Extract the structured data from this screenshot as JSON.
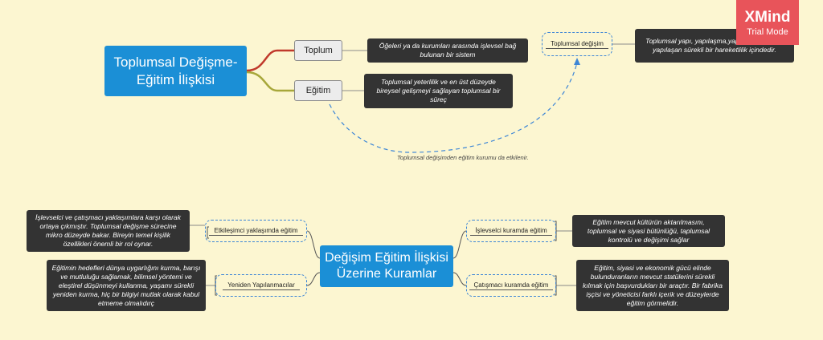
{
  "watermark": {
    "brand": "XMind",
    "mode": "Trial Mode"
  },
  "map1": {
    "central": "Toplumsal Değişme-Eğitim İlişkisi",
    "topic_toplum": "Toplum",
    "topic_egitim": "Eğitim",
    "note_toplum": "Öğeleri ya da kurumları arasında işlevsel bağ bulunan bir sistem",
    "note_egitim": "Toplumsal yeterlilik ve en üst düzeyde bireysel gelişmeyi sağlayan toplumsal bir süreç",
    "boundary_label": "Toplumsal değişim",
    "note_degisim": "Toplumsal yapı, yapılaşma,yapılar ve yeniden yapılaşan sürekli bir hareketlilik içindedir.",
    "relation_label": "Toplumsal değişimden eğitim kurumu da etkilenir."
  },
  "map2": {
    "central": "Değişim Eğitim İlişkisi Üzerine Kuramlar",
    "left_1": "Etkileşimci yaklaşımda eğitim",
    "left_2": "Yeniden Yapılanmacılar",
    "right_1": "İşlevselci kuramda eğitim",
    "right_2": "Çatışmacı kuramda eğitim",
    "note_left_1": "İşlevselci ve çatışmacı yaklaşımlara karşı olarak ortaya çıkmıştır. Toplumsal değişme sürecine mikro düzeyde bakar. Bireyin temel kişilik özellikleri önemli bir rol oynar.",
    "note_left_2": "Eğitimin hedefleri dünya uygarlığını kurma, barışı ve mutluluğu sağlamak, bilimsel yöntemi ve eleştirel düşünmeyi kullanma, yaşamı sürekli yeniden kurma, hiç bir bilgiyi mutlak olarak kabul etmeme olmalıdırç",
    "note_right_1": "Eğitim mevcut kültürün aktarılmasını, toplumsal ve siyasi bütünlüğü, taplumsal kontrolü ve değişimi sağlar",
    "note_right_2": "Eğitim, siyasi ve ekonomik gücü elinde bulunduranların mevcut statülerini sürekli kılmak için başvurdukları bir araçtır. Bir fabrika işçisi ve yöneticisi farklı içerik ve düzeylerde eğitim görmelidir."
  }
}
